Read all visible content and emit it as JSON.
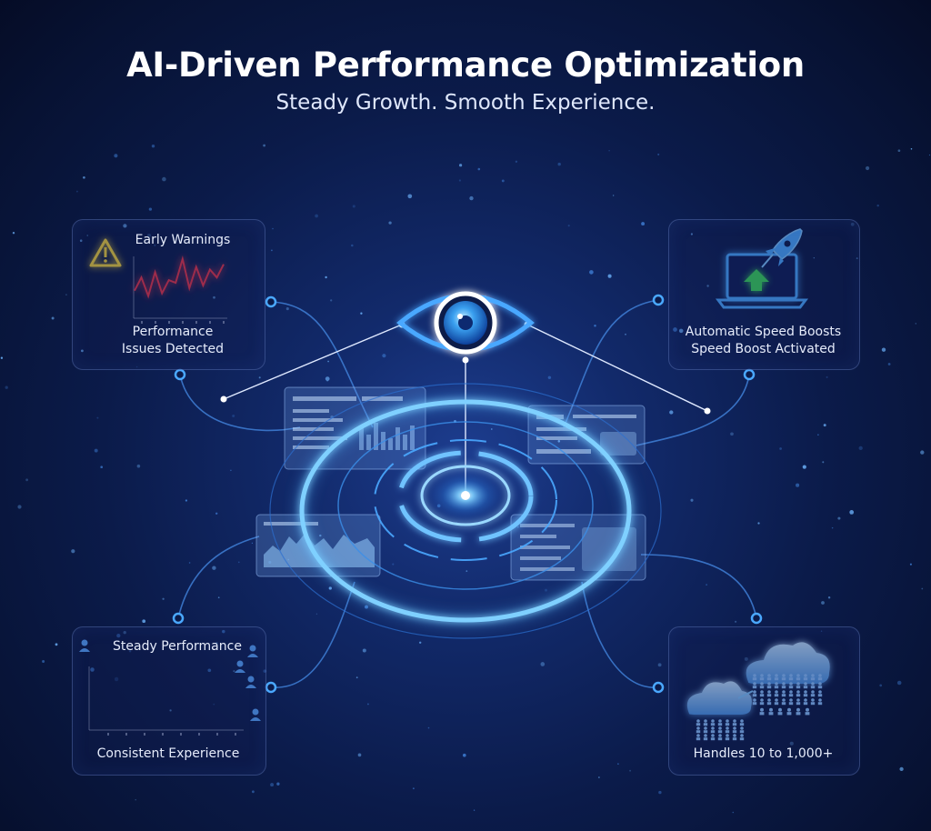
{
  "title": "AI-Driven Performance Optimization",
  "subtitle": "Steady Growth. Smooth Experience.",
  "panels": {
    "early_warnings": {
      "heading": "Early Warnings",
      "line1": "Performance",
      "line2": "Issues Detected",
      "chart_values": [
        0.35,
        0.6,
        0.25,
        0.7,
        0.3,
        0.55,
        0.5,
        0.95,
        0.4,
        0.8,
        0.45,
        0.75,
        0.6,
        0.85
      ],
      "line_color": "#e8344a"
    },
    "speed_boosts": {
      "line1": "Automatic Speed Boosts",
      "line2": "Speed Boost Activated",
      "arrow_color": "#3bd65a"
    },
    "steady_performance": {
      "heading": "Steady Performance",
      "caption": "Consistent Experience"
    },
    "scaling": {
      "caption": "Handles 10 to 1,000+"
    }
  },
  "colors": {
    "accent": "#4aa8ff",
    "glow": "#6fc3ff",
    "warning": "#f2d33a"
  },
  "icons": [
    "warning-icon",
    "eye-icon",
    "laptop-icon",
    "rocket-icon",
    "user-icon",
    "cloud-icon"
  ]
}
